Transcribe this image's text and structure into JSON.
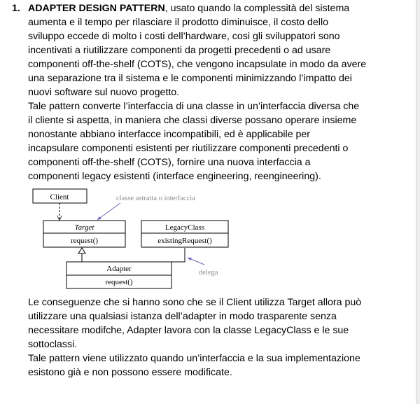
{
  "item_number": "1.",
  "heading_bold": "ADAPTER DESIGN PATTERN",
  "paragraph1": [
    ", usato quando la complessità del sistema",
    "aumenta e il tempo per rilasciare il prodotto diminuisce, il costo dello",
    "sviluppo eccede di molto i costi dell’hardware, cosi gli sviluppatori sono",
    "incentivati a riutilizzare componenti da progetti precedenti o ad usare",
    "componenti off-the-shelf (COTS), che vengono incapsulate in modo da avere",
    "una separazione tra il sistema e le componenti minimizzando l’impatto dei",
    "nuovi software sul nuovo progetto."
  ],
  "paragraph2": [
    "Tale pattern converte l’interfaccia di una classe in un’interfaccia diversa che",
    "il cliente si aspetta, in maniera che classi diverse possano operare insieme",
    "nonostante abbiano interfacce incompatibili, ed è applicabile per",
    "incapsulare componenti esistenti per riutilizzare componenti precedenti o",
    "componenti off-the-shelf (COTS), fornire una nuova interfaccia a",
    "componenti legacy esistenti (interface engineering, reengineering)."
  ],
  "diagram": {
    "client": "Client",
    "note_abstract": "classe astratta o interfaccia",
    "target_name": "Target",
    "target_method": "request()",
    "legacy_name": "LegacyClass",
    "legacy_method": "existingRequest()",
    "adapter_name": "Adapter",
    "adapter_method": "request()",
    "note_delegate": "delega"
  },
  "paragraph3": [
    "Le conseguenze che si hanno sono che se il Client utilizza Target allora può",
    "utilizzare una qualsiasi istanza dell’adapter in modo trasparente senza",
    "necessitare modifche, Adapter lavora con la classe LegacyClass e le sue",
    "sottoclassi.",
    "Tale pattern viene utilizzato quando un’interfaccia e la sua implementazione",
    "esistono già e non possono essere modificate."
  ]
}
